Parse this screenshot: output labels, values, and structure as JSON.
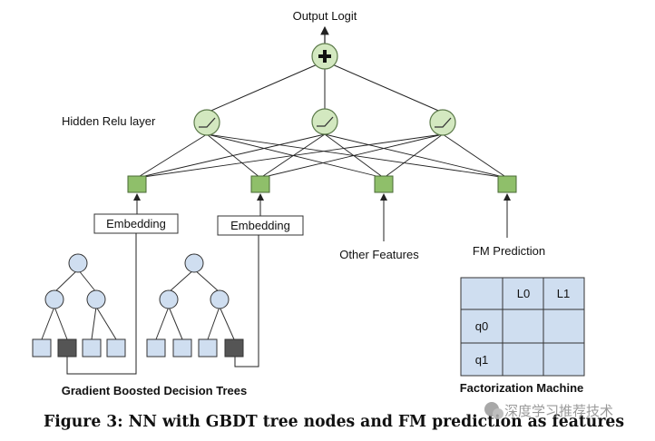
{
  "labels": {
    "output_logit": "Output Logit",
    "hidden_layer": "Hidden Relu layer",
    "embedding_1": "Embedding",
    "embedding_2": "Embedding",
    "other_features": "Other Features",
    "fm_prediction": "FM Prediction",
    "gbdt": "Gradient Boosted Decision Trees",
    "fm_machine": "Factorization Machine"
  },
  "fm_table": {
    "columns": [
      "L0",
      "L1"
    ],
    "rows": [
      "q0",
      "q1"
    ]
  },
  "caption": "Figure 3: NN with GBDT tree nodes and FM prediction as features",
  "watermark": "深度学习推荐技术",
  "colors": {
    "node_fill": "#d3e8c0",
    "node_stroke": "#5c7a4a",
    "feature_fill": "#8fbf6a",
    "tree_node_fill": "#cfdef0",
    "tree_leaf_active": "#555555",
    "fm_fill": "#cfdef0"
  }
}
